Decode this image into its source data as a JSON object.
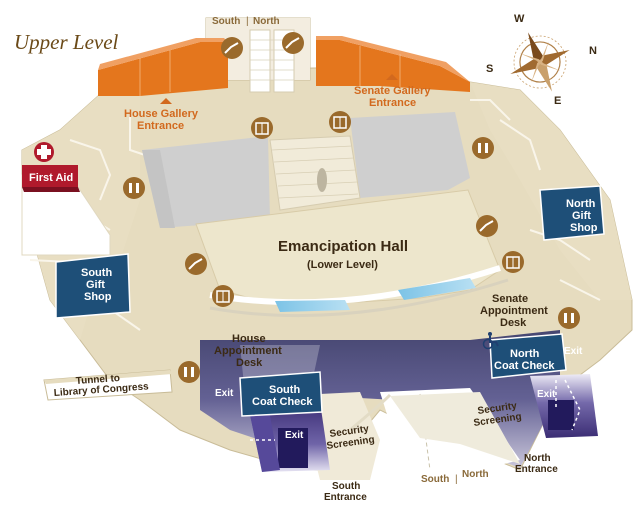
{
  "title": "Upper Level",
  "compass": {
    "north": "N",
    "south": "S",
    "east": "E",
    "west": "W"
  },
  "directions": {
    "top_south": "South",
    "top_north": "North",
    "bottom_south": "South",
    "bottom_north": "North"
  },
  "labels": {
    "house_gallery_1": "House Gallery",
    "house_gallery_2": "Entrance",
    "senate_gallery_1": "Senate Gallery",
    "senate_gallery_2": "Entrance",
    "first_aid": "First Aid",
    "emancipation_1": "Emancipation Hall",
    "emancipation_2": "(Lower Level)",
    "south_gift_1": "South",
    "south_gift_2": "Gift",
    "south_gift_3": "Shop",
    "north_gift_1": "North",
    "north_gift_2": "Gift",
    "north_gift_3": "Shop",
    "senate_appt_1": "Senate",
    "senate_appt_2": "Appointment",
    "senate_appt_3": "Desk",
    "house_appt_1": "House",
    "house_appt_2": "Appointment",
    "house_appt_3": "Desk",
    "north_coat_1": "North",
    "north_coat_2": "Coat Check",
    "south_coat_1": "South",
    "south_coat_2": "Coat Check",
    "tunnel_1": "Tunnel to",
    "tunnel_2": "Library of Congress",
    "exit_1": "Exit",
    "exit_2": "Exit",
    "exit_3": "Exit",
    "exit_4": "Exit",
    "security_left_1": "Security",
    "security_left_2": "Screening",
    "security_right_1": "Security",
    "security_right_2": "Screening",
    "south_entrance_1": "South",
    "south_entrance_2": "Entrance",
    "north_entrance_1": "North",
    "north_entrance_2": "Entrance"
  },
  "colors": {
    "floor": "#e6dcbf",
    "wall": "#f4efe1",
    "room": "#d9cfb0",
    "gray": "#cfcfcf",
    "hall": "#ede6cc",
    "orange": "#e4761d",
    "orange_text": "#d2691e",
    "brown_icon": "#9a6a2c",
    "navy": "#1f3f70",
    "teal_box": "#1e4f78",
    "red": "#b01a2c",
    "purple": "#3b2d74",
    "text": "#3b2a14"
  },
  "icons": [
    "restroom-icon",
    "escalator-icon",
    "elevator-icon",
    "accessible-icon",
    "first-aid-icon",
    "compass-rose-icon"
  ]
}
